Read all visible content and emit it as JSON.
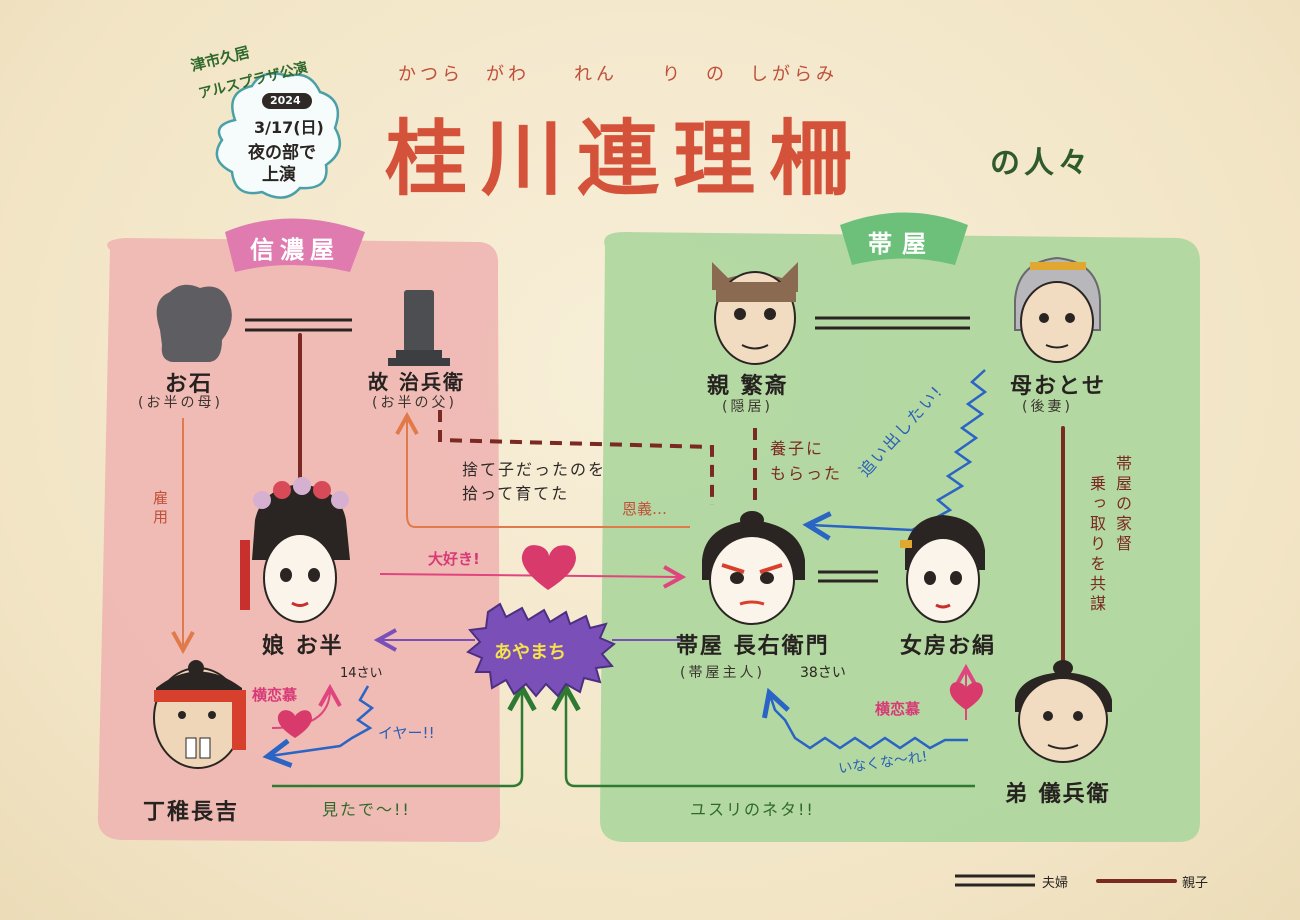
{
  "header": {
    "reading": "かつら　がわ　　れん　　り　の　しがらみ",
    "title": "桂川連理柵",
    "title_suffix": "の人々",
    "venue_line1": "津市久居",
    "venue_line2": "アルスプラザ公演",
    "year": "2024",
    "date": "3/17(日)",
    "show_line1": "夜の部で",
    "show_line2": "上演"
  },
  "groups": {
    "shinanoya": "信濃屋",
    "obiya": "帯屋"
  },
  "characters": {
    "oishi": {
      "name": "お石",
      "note": "(お半の母)"
    },
    "jibee": {
      "name": "故 治兵衛",
      "note": "(お半の父)"
    },
    "ohan": {
      "name": "娘 お半",
      "note": "14さい"
    },
    "chokichi": {
      "name": "丁稚長吉"
    },
    "hansai": {
      "name": "親 繁斎",
      "note": "(隠居)"
    },
    "otose": {
      "name": "母おとせ",
      "note": "(後妻)"
    },
    "choemon": {
      "name": "帯屋 長右衛門",
      "note": "(帯屋主人)",
      "age": "38さい"
    },
    "okinu": {
      "name": "女房お絹"
    },
    "gihee": {
      "name": "弟 儀兵衛"
    }
  },
  "labels": {
    "koyou": "雇用",
    "sutego_1": "捨て子だったのを",
    "sutego_2": "拾って育てた",
    "ongi": "恩義…",
    "youshi_1": "養子に",
    "youshi_2": "もらった",
    "oidashi": "追い出したい!",
    "nottori": "帯屋の家督",
    "nottori2": "乗っ取りを共謀",
    "daisuki": "大好き!",
    "ayamachi": "あやまち",
    "yokorenbo_left": "横恋慕",
    "iyaa": "イヤー!!",
    "mitade": "見たで〜!!",
    "yokorenbo_right": "横恋慕",
    "inakuna": "いなくな〜れ!",
    "yusuri": "ユスリのネタ!!"
  },
  "legend": {
    "couple": "夫婦",
    "parent_child": "親子"
  },
  "colors": {
    "shinanoya_bg": "#eeb3b0",
    "obiya_bg": "#a8d59a",
    "tag_pink": "#e07bb0",
    "tag_green": "#6cc07a",
    "orange_arrow": "#e07a4a",
    "pink_arrow": "#e0457f",
    "blue_arrow": "#2a64c4",
    "green_arrow": "#2f7a33",
    "purple": "#7a50b8",
    "brown_line": "#7a2a22"
  }
}
